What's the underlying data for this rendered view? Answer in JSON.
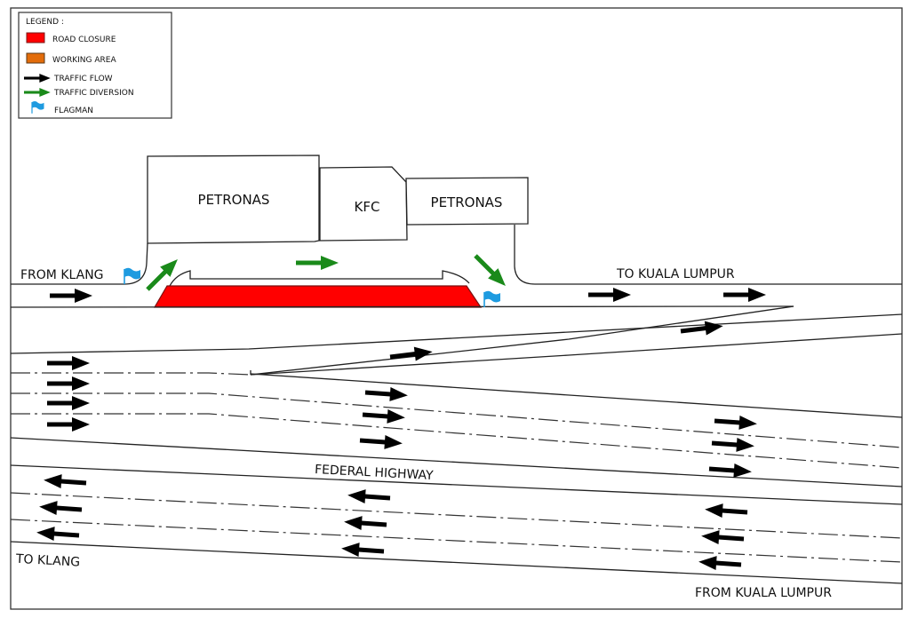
{
  "legend": {
    "title": "LEGEND :",
    "items": [
      {
        "key": "road_closure",
        "label": "ROAD CLOSURE",
        "symbol": "red-box",
        "color": "#ff0000"
      },
      {
        "key": "working_area",
        "label": "WORKING AREA",
        "symbol": "orange-box",
        "color": "#e36c0a"
      },
      {
        "key": "traffic_flow",
        "label": "TRAFFIC FLOW",
        "symbol": "black-arrow",
        "color": "#000000"
      },
      {
        "key": "traffic_diversion",
        "label": "TRAFFIC DIVERSION",
        "symbol": "green-arrow",
        "color": "#1a8a1a"
      },
      {
        "key": "flagman",
        "label": "FLAGMAN",
        "symbol": "flag-icon",
        "color": "#1e9be0"
      }
    ]
  },
  "buildings": [
    {
      "name": "PETRONAS"
    },
    {
      "name": "KFC"
    },
    {
      "name": "PETRONAS"
    }
  ],
  "labels": {
    "from_klang": "FROM KLANG",
    "to_kuala_lumpur": "TO KUALA LUMPUR",
    "federal_highway": "FEDERAL HIGHWAY",
    "to_klang": "TO KLANG",
    "from_kuala_lumpur": "FROM KUALA LUMPUR"
  },
  "colors": {
    "road_closure": "#ff0000",
    "diversion": "#1a8a1a",
    "flow": "#000000",
    "flagman": "#1e9be0"
  }
}
